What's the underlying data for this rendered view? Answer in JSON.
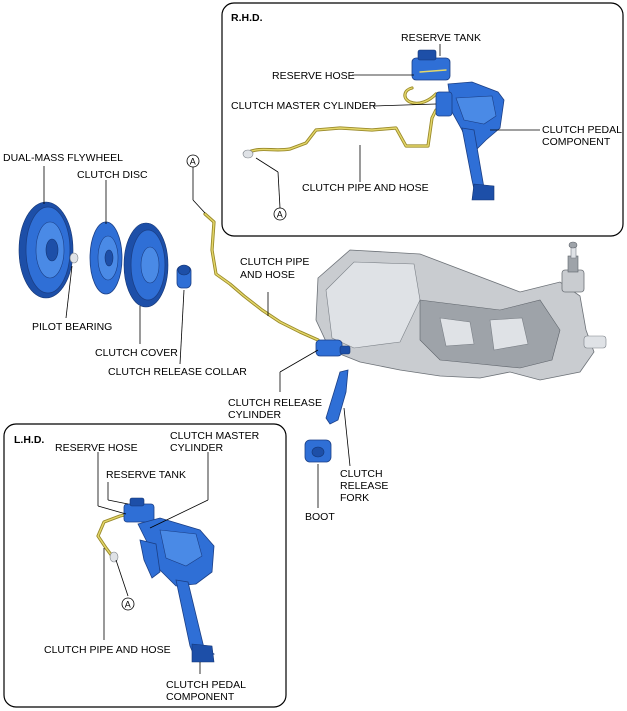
{
  "rhd": {
    "title": "R.H.D.",
    "reserve_tank": "RESERVE TANK",
    "reserve_hose": "RESERVE HOSE",
    "clutch_master_cylinder": "CLUTCH MASTER CYLINDER",
    "clutch_pedal_line1": "CLUTCH PEDAL",
    "clutch_pedal_line2": "COMPONENT",
    "clutch_pipe_and_hose": "CLUTCH PIPE AND HOSE",
    "marker": "A"
  },
  "center": {
    "dual_mass_flywheel": "DUAL-MASS FLYWHEEL",
    "clutch_disc": "CLUTCH DISC",
    "pilot_bearing": "PILOT BEARING",
    "clutch_cover": "CLUTCH COVER",
    "clutch_release_collar": "CLUTCH RELEASE COLLAR",
    "clutch_pipe_line1": "CLUTCH PIPE",
    "clutch_pipe_line2": "AND HOSE",
    "release_cylinder_line1": "CLUTCH RELEASE",
    "release_cylinder_line2": "CYLINDER",
    "release_fork_line1": "CLUTCH",
    "release_fork_line2": "RELEASE",
    "release_fork_line3": "FORK",
    "boot": "BOOT",
    "marker": "A"
  },
  "lhd": {
    "title": "L.H.D.",
    "reserve_hose": "RESERVE HOSE",
    "reserve_tank": "RESERVE TANK",
    "master_line1": "CLUTCH MASTER",
    "master_line2": "CYLINDER",
    "clutch_pipe_and_hose": "CLUTCH PIPE AND HOSE",
    "clutch_pedal_line1": "CLUTCH PEDAL",
    "clutch_pedal_line2": "COMPONENT",
    "marker": "A"
  },
  "colors": {
    "part_blue": "#2f6fd6",
    "pipe_yellow": "#e4d76a",
    "transmission_gray": "#c9ccd0"
  }
}
